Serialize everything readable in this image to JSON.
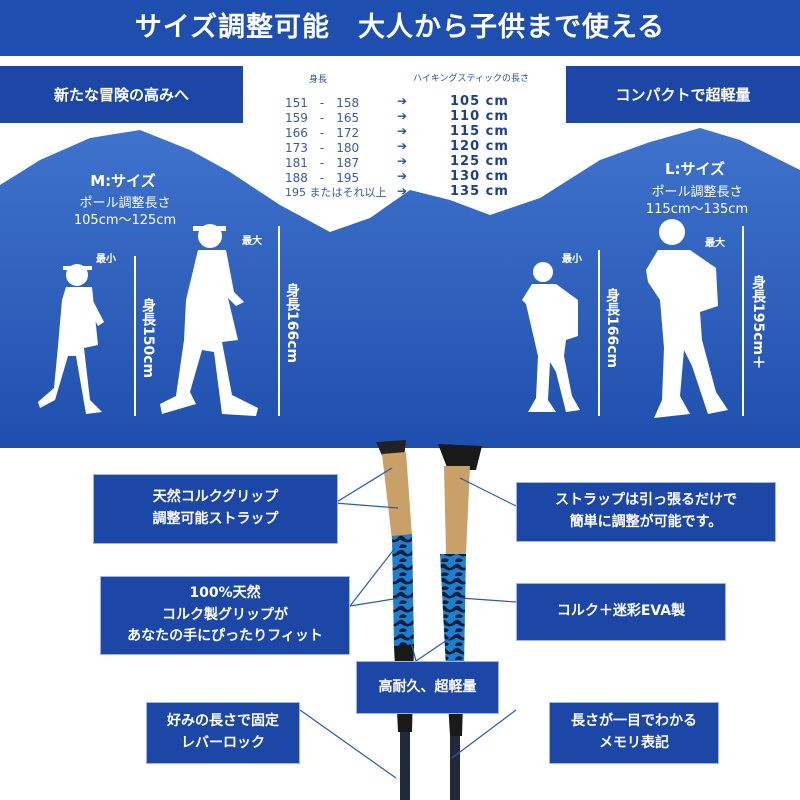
{
  "banner": {
    "title": "サイズ調整可能　大人から子供まで使える"
  },
  "boxes": {
    "left": "新たな冒険の高みへ",
    "right": "コンパクトで超軽量"
  },
  "size_table": {
    "header_height": "身長",
    "header_length": "ハイキングスティックの長さ",
    "arrow": "➔",
    "rows": [
      {
        "range": "151　-　158",
        "length": "105 cm"
      },
      {
        "range": "159　-　165",
        "length": "110 cm"
      },
      {
        "range": "166　-　172",
        "length": "115 cm"
      },
      {
        "range": "173　-　180",
        "length": "120 cm"
      },
      {
        "range": "181　-　187",
        "length": "125 cm"
      },
      {
        "range": "188　-　195",
        "length": "130 cm"
      },
      {
        "range": "195 またはそれ以上",
        "length": "135 cm"
      }
    ]
  },
  "m_size": {
    "title": "M:サイズ",
    "sub1": "ポール調整長さ",
    "sub2": "105cm〜125cm",
    "min": "最小",
    "max": "最大",
    "h1": "身長150cm",
    "h2": "身長166cm"
  },
  "l_size": {
    "title": "L:サイズ",
    "sub1": "ポール調整長さ",
    "sub2": "115cm〜135cm",
    "min": "最小",
    "max": "最大",
    "h1": "身長166cm",
    "h2": "身長195cm＋"
  },
  "callouts": {
    "c1_line1": "天然コルクグリップ",
    "c1_line2": "調整可能ストラップ",
    "c2_line1": "ストラップは引っ張るだけで",
    "c2_line2": "簡単に調整が可能です。",
    "c3_line1": "100%天然",
    "c3_line2": "コルク製グリップが",
    "c3_line3": "あなたの手にぴったりフィット",
    "c4_line1": "コルク＋迷彩EVA製",
    "c5_line1": "高耐久、超軽量",
    "c6_line1": "好みの長さで固定",
    "c6_line2": "レバーロック",
    "c7_line1": "長さが一目でわかる",
    "c7_line2": "メモリ表記"
  },
  "colors": {
    "primary_blue": "#1e4fb0",
    "dark_blue": "#1c47a6",
    "grip_cork": "#c9a067",
    "grip_camo": "#1e7fd0"
  }
}
